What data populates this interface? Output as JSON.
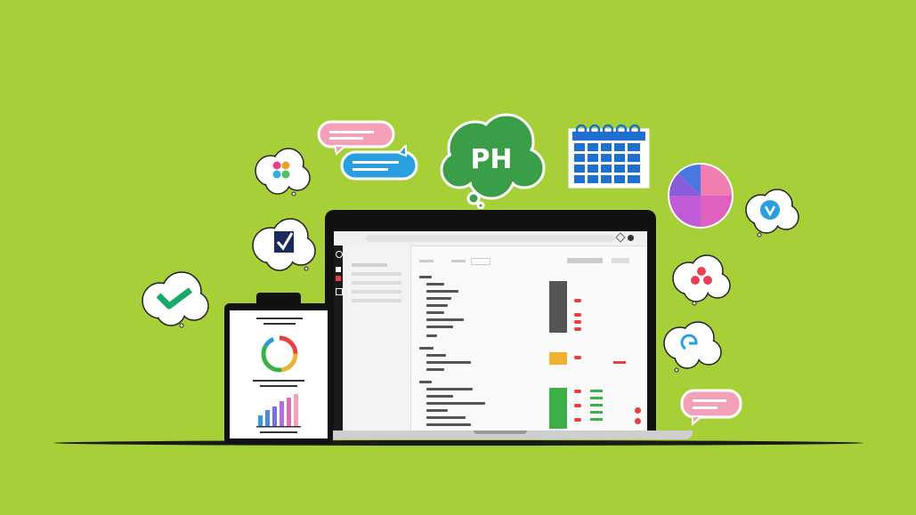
{
  "center_bubble": {
    "label": "PH",
    "color": "#3a9e48"
  },
  "colors": {
    "background": "#a6cf38",
    "ground_line": "#1a1a1a",
    "pink_chat": "#f4a0b8",
    "blue_chat": "#2a9fe0",
    "calendar_blue": "#1f6fd0",
    "green_block": "#3cb048",
    "orange_block": "#f0b030",
    "red_dot": "#e84040",
    "dark_block": "#555555"
  },
  "icons": {
    "top_left_cloud": "four-petal-logo-icon",
    "mid_left_cloud": "checkmark-box-icon",
    "left_cloud": "green-check-icon",
    "pink_chat_top": "chat-bubble-icon",
    "blue_chat": "chat-bubble-icon",
    "calendar": "calendar-icon",
    "pie": "pie-chart-icon",
    "right_top_cloud": "badge-logo-icon",
    "right_mid_cloud": "three-dots-logo-icon",
    "right_low_cloud": "swirl-logo-icon",
    "pink_chat_bottom": "chat-bubble-icon"
  },
  "tablet": {
    "ring_colors": [
      "#e84040",
      "#f0b030",
      "#3cb048",
      "#2a9fe0"
    ],
    "bar_colors": [
      "#2a9fe0",
      "#7a6fe0",
      "#b06fe0",
      "#e06fb0",
      "#f4a0b8"
    ],
    "bar_values": [
      0.3,
      0.45,
      0.55,
      0.75,
      0.85,
      0.95
    ]
  }
}
